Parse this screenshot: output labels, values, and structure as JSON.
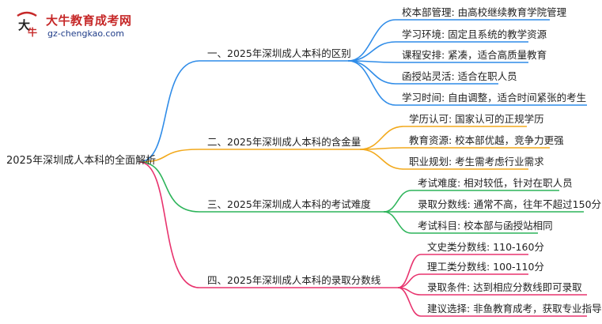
{
  "logo": {
    "title": "大牛教育成考网",
    "url": "gz-chengkao.com"
  },
  "root": "2025年深圳成人本科的全面解析",
  "branches": [
    {
      "label": "一、2025年深圳成人本科的区别",
      "color": "#2f8ce8",
      "leaves": [
        "校本部管理: 由高校继续教育学院管理",
        "学习环境: 固定且系统的教学资源",
        "课程安排: 紧凑，适合高质量教育",
        "函授站灵活: 适合在职人员",
        "学习时间: 自由调整，适合时间紧张的考生"
      ]
    },
    {
      "label": "二、2025年深圳成人本科的含金量",
      "color": "#f2a91c",
      "leaves": [
        "学历认可: 国家认可的正规学历",
        "教育资源: 校本部优越，竞争力更强",
        "职业规划: 考生需考虑行业需求"
      ]
    },
    {
      "label": "三、2025年深圳成人本科的考试难度",
      "color": "#2db45a",
      "leaves": [
        "考试难度: 相对较低，针对在职人员",
        "录取分数线: 通常不高，往年不超过150分",
        "考试科目: 校本部与函授站相同"
      ]
    },
    {
      "label": "四、2025年深圳成人本科的录取分数线",
      "color": "#e8336e",
      "leaves": [
        "文史类分数线: 110-160分",
        "理工类分数线: 100-110分",
        "录取条件: 达到相应分数线即可录取",
        "建议选择: 非鱼教育成考，获取专业指导"
      ]
    }
  ]
}
